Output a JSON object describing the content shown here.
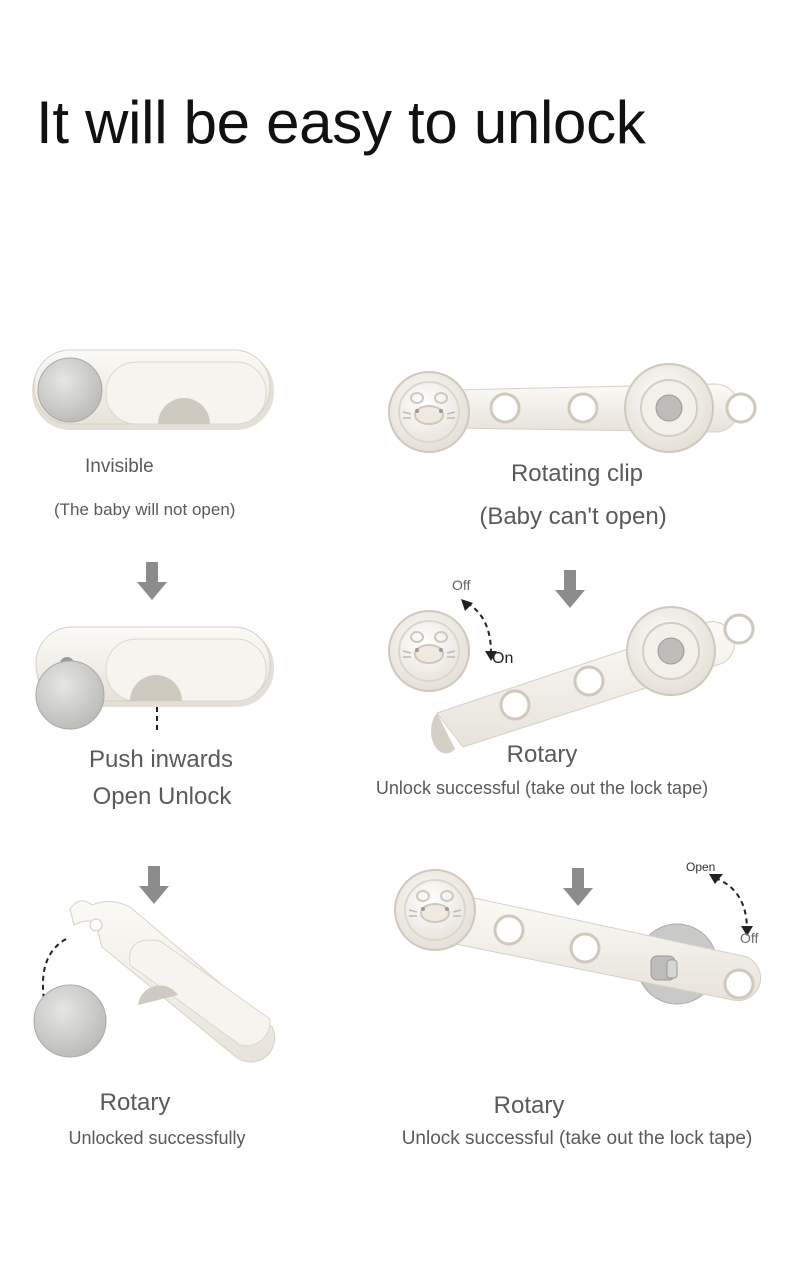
{
  "title": "It will be easy to unlock",
  "panels": {
    "left1": {
      "label": "Invisible",
      "sub": "(The baby will not open)"
    },
    "right1": {
      "label": "Rotating clip",
      "sub": "(Baby can't open)"
    },
    "left2": {
      "label": "Push inwards",
      "sub": "Open Unlock"
    },
    "right2": {
      "label": "Rotary",
      "sub": "Unlock successful (take out the lock tape)",
      "off": "Off",
      "on": "On"
    },
    "left3": {
      "label": "Rotary",
      "sub": "Unlocked successfully"
    },
    "right3": {
      "label": "Rotary",
      "sub": "Unlock successful (take out the lock tape)",
      "open": "Open",
      "off": "Off"
    }
  },
  "colors": {
    "arrow": "#8c8c8c",
    "lock_body": "#f1eee7",
    "knob": "#c9c9c7"
  },
  "icons": [
    "down-arrow-icon",
    "rotate-arrow-icon",
    "cat-face-icon"
  ]
}
